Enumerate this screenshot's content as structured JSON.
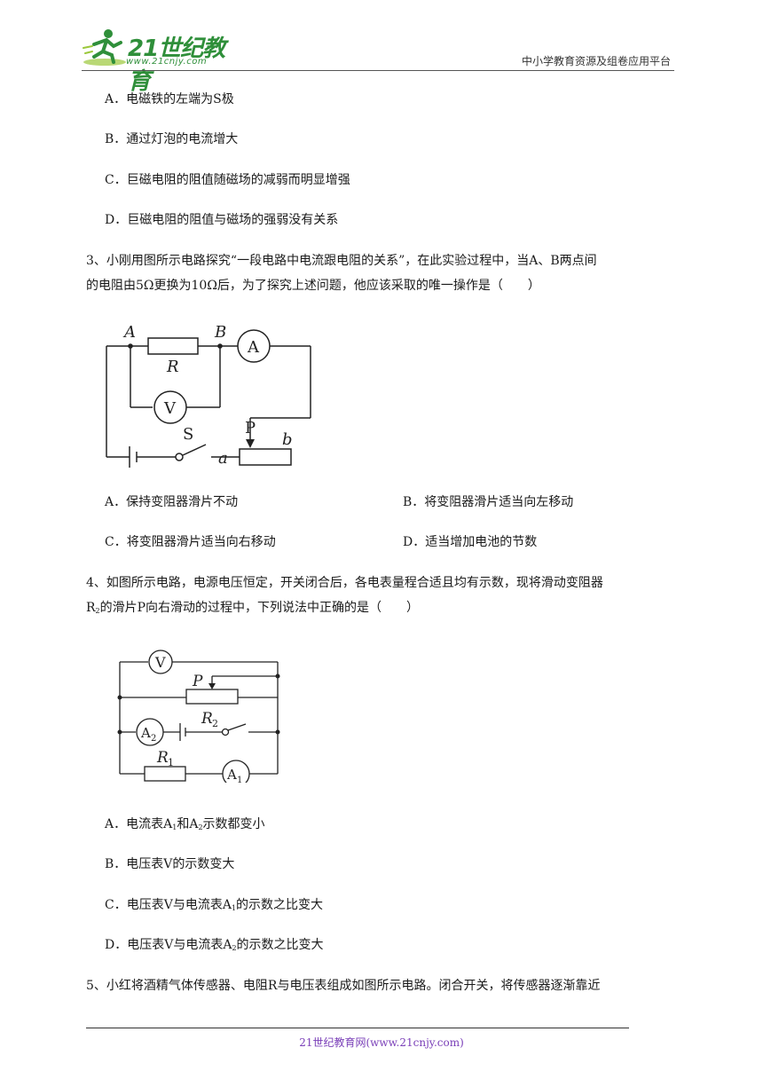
{
  "header": {
    "logo_text": "21世纪教育",
    "logo_sub": "www.21cnjy.com",
    "right_text": "中小学教育资源及组卷应用平台"
  },
  "q2_options": {
    "a": "A．电磁铁的左端为S极",
    "b": "B．通过灯泡的电流增大",
    "c": "C．巨磁电阻的阻值随磁场的减弱而明显增强",
    "d": "D．巨磁电阻的阻值与磁场的强弱没有关系"
  },
  "q3": {
    "line1": "3、小刚用图所示电路探究“一段电路中电流跟电阻的关系”，在此实验过程中，当A、B两点间",
    "line2": "的电阻由5Ω更换为10Ω后，为了探究上述问题，他应该采取的唯一操作是（　　）",
    "figure": {
      "label_a_upper": "A",
      "label_b_upper": "B",
      "label_r": "R",
      "label_ammeter": "A",
      "label_voltmeter": "V",
      "label_switch": "S",
      "label_p": "P",
      "label_a_lower": "a",
      "label_b_lower": "b"
    },
    "options": {
      "a": "A．保持变阻器滑片不动",
      "b": "B．将变阻器滑片适当向左移动",
      "c": "C．将变阻器滑片适当向右移动",
      "d": "D．适当增加电池的节数"
    }
  },
  "q4": {
    "line1": "4、如图所示电路，电源电压恒定，开关闭合后，各电表量程合适且均有示数，现将滑动变阻器",
    "line2_r": "R",
    "line2_sub": "2",
    "line2_rest": "的滑片P向右滑动的过程中，下列说法中正确的是（　　）",
    "figure": {
      "label_v": "V",
      "label_p": "P",
      "label_r2": "R",
      "label_r2_sub": "2",
      "label_a2": "A",
      "label_a2_sub": "2",
      "label_r1": "R",
      "label_r1_sub": "1",
      "label_a1": "A",
      "label_a1_sub": "1"
    },
    "options": {
      "a_pre": "A．电流表A",
      "a_sub1": "1",
      "a_mid": "和A",
      "a_sub2": "2",
      "a_post": "示数都变小",
      "b": "B．电压表V的示数变大",
      "c_pre": "C．电压表V与电流表A",
      "c_sub": "1",
      "c_post": "的示数之比变大",
      "d_pre": "D．电压表V与电流表A",
      "d_sub": "2",
      "d_post": "的示数之比变大"
    }
  },
  "q5": {
    "line1": "5、小红将酒精气体传感器、电阻R与电压表组成如图所示电路。闭合开关，将传感器逐渐靠近"
  },
  "footer": {
    "text": "21世纪教育网(www.21cnjy.com)"
  },
  "colors": {
    "brand": "#2f8f3a",
    "footer": "#7a3fb8"
  }
}
